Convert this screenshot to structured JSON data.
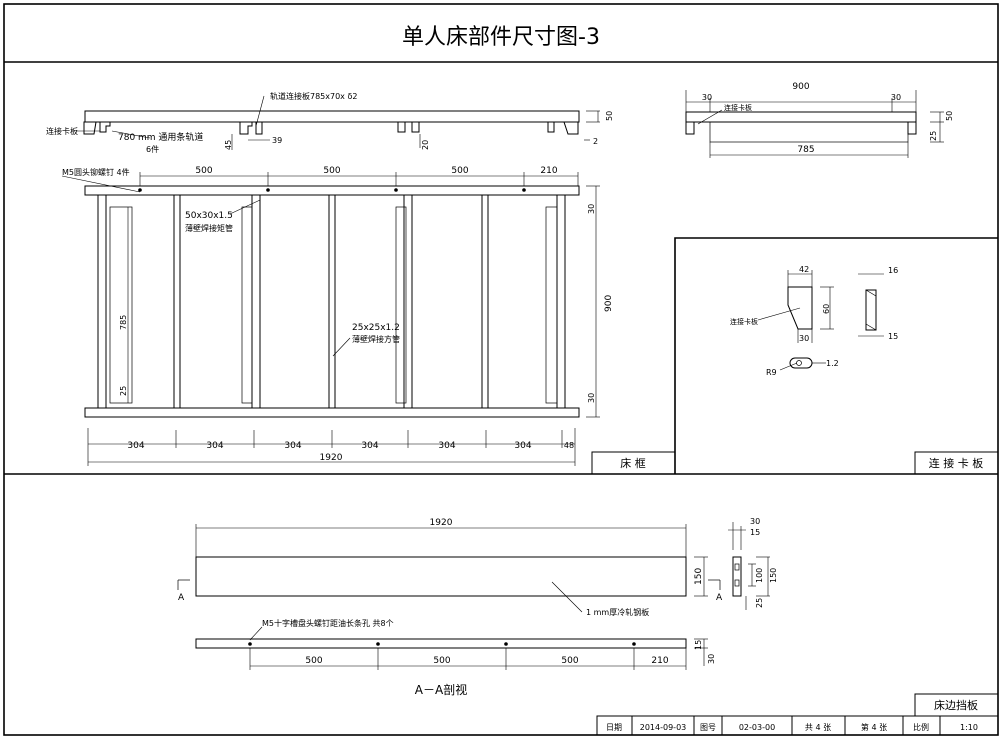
{
  "sheet_title": "单人床部件尺寸图-3",
  "frame_section": {
    "top_rail": {
      "label_bracket": "轨道连接板785x70x δ2",
      "label_conn": "连接卡板",
      "label_slot": "780 mm 通用条轨道",
      "label_qty": "6件",
      "dim_45": "45",
      "dim_39": "39",
      "dim_20": "20",
      "dim_50": "50",
      "dim_2": "2"
    },
    "frame_plan": {
      "label_rivet": "M5圆头铆螺钉  4件",
      "label_tube1": "50x30x1.5",
      "label_tube1b": "薄壁焊接矩管",
      "label_tube2": "25x25x1.2",
      "label_tube2b": "薄壁焊接方管",
      "dims_top": [
        "500",
        "500",
        "500",
        "210"
      ],
      "dims_bottom": [
        "304",
        "304",
        "304",
        "304",
        "304",
        "304",
        "48"
      ],
      "dim_total": "1920",
      "dim_height": "900",
      "dim_30a": "30",
      "dim_30b": "30",
      "dim_785": "785",
      "dim_25": "25"
    },
    "name_box": "床  框"
  },
  "right_top": {
    "dim_900": "900",
    "dim_30a": "30",
    "dim_30b": "30",
    "label_conn": "连接卡板",
    "dim_785": "785",
    "dim_50": "50",
    "dim_25": "25"
  },
  "clip_section": {
    "dim_42": "42",
    "dim_60": "60",
    "dim_30": "30",
    "label_clip": "连接卡板",
    "dim_R9": "R9",
    "dim_1_2": "1.2",
    "dim_16": "16",
    "dim_15": "15",
    "name_box": "连 接 卡 板"
  },
  "board_section": {
    "dim_1920": "1920",
    "label_A": "A",
    "label_A2": "A",
    "label_sheet": "1 mm厚冷轧钢板",
    "dim_150": "150",
    "sec_30": "30",
    "sec_15": "15",
    "sec_100": "100",
    "sec_150": "150",
    "sec_25": "25",
    "label_screw": "M5十字槽盘头螺钉距油长条孔  共8个",
    "dims_bottom": [
      "500",
      "500",
      "500",
      "210"
    ],
    "dim_15": "15",
    "dim_30": "30",
    "view_label": "A－A剖视",
    "name_box": "床边挡板"
  },
  "title_block": {
    "date_label": "日期",
    "date_value": "2014-09-03",
    "drawing_no_label": "图号",
    "drawing_no_value": "02-03-00",
    "total_sheets": "共 4 张",
    "sheet_no": "第 4 张",
    "scale_label": "比例",
    "scale_value": "1:10"
  }
}
